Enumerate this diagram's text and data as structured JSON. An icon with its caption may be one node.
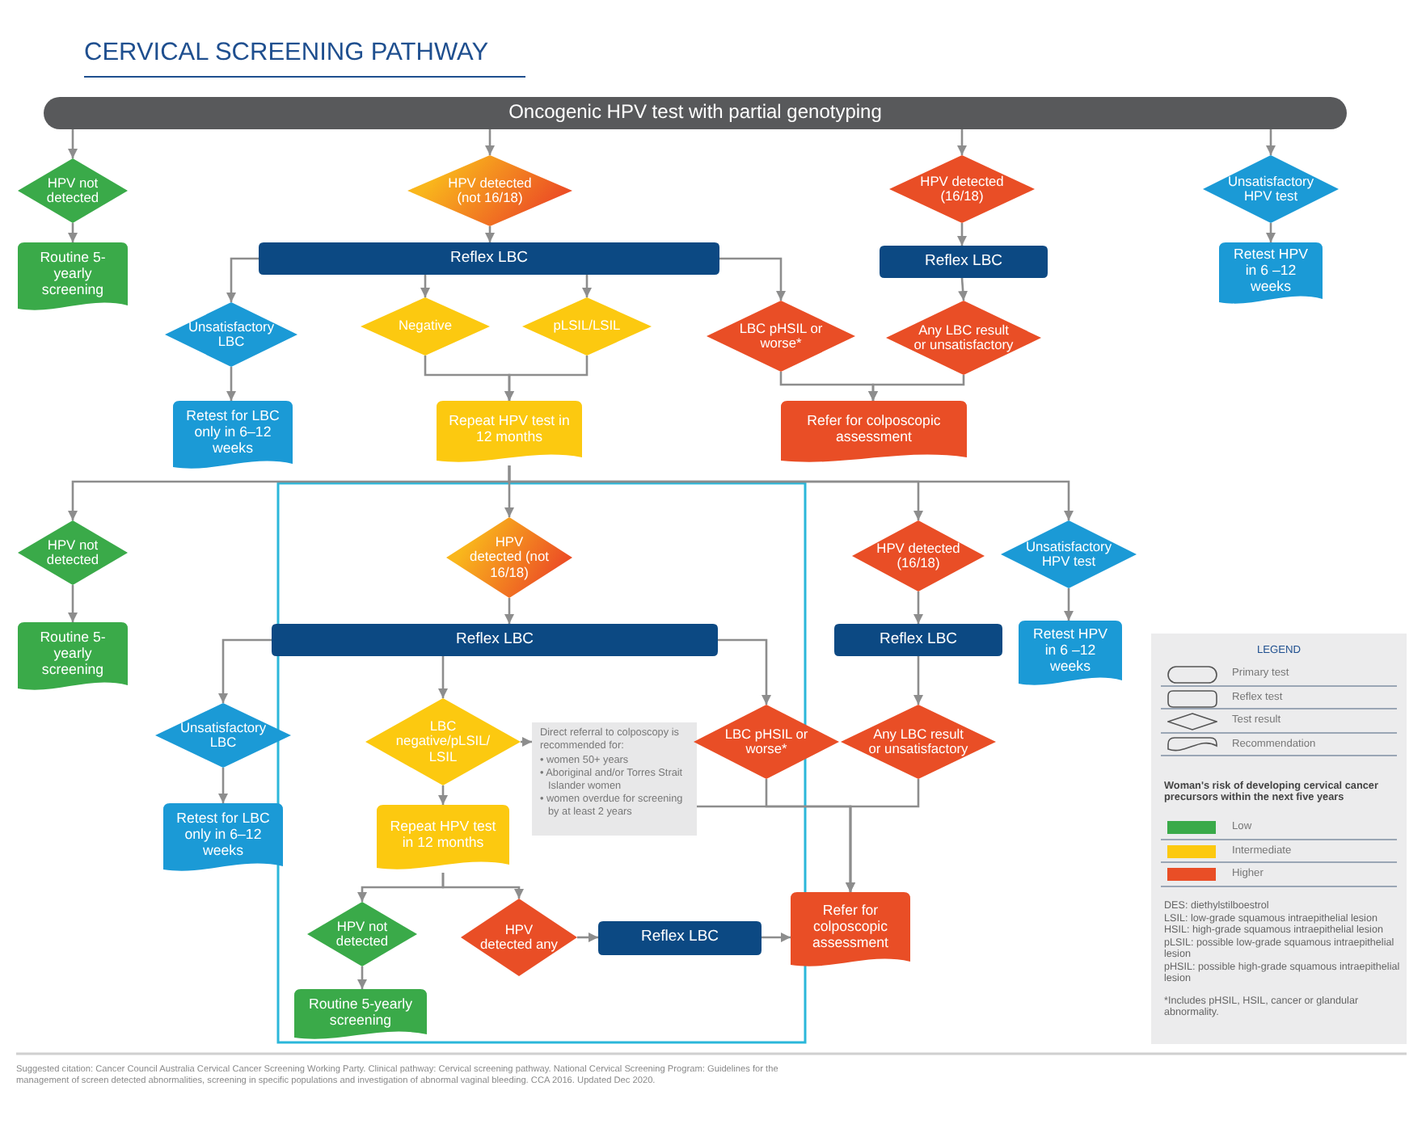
{
  "diagram": {
    "title": "CERVICAL SCREENING PATHWAY",
    "caption": "Suggested citation: Cancer Council Australia Cervical Cancer Screening Working Party. Clinical pathway: Cervical screening pathway. National Cervical Screening Program: Guidelines for the management of screen detected abnormalities, screening in specific populations and investigation of abnormal vaginal bleeding. CCA 2016. Updated Dec 2020.",
    "nodes": [
      {
        "text": [
          "Oncogenic HPV test with partial genotyping"
        ]
      },
      {
        "text": [
          "HPV not detected"
        ]
      },
      {
        "text": [
          "Routine 5-yearly screening"
        ]
      },
      {
        "text": [
          "HPV detected (not 16/18)"
        ]
      },
      {
        "text": [
          "Reflex LBC"
        ]
      },
      {
        "text": [
          "Unsatisfactory LBC"
        ]
      },
      {
        "text": [
          "Negative"
        ]
      },
      {
        "text": [
          "pLSIL/LSIL"
        ]
      },
      {
        "text": [
          "LBC pHSIL or worse*"
        ]
      },
      {
        "text": [
          "Retest for LBC only in 6–12 weeks"
        ]
      },
      {
        "text": [
          "Repeat HPV test in 12 months"
        ]
      },
      {
        "text": [
          "HPV detected (16/18)"
        ]
      },
      {
        "text": [
          "Reflex LBC"
        ]
      },
      {
        "text": [
          "Any LBC result or unsatisfactory"
        ]
      },
      {
        "text": [
          "Refer for colposcopic assessment"
        ]
      },
      {
        "text": [
          "Unsatisfactory HPV test"
        ]
      },
      {
        "text": [
          "Retest HPV in 6 –12 weeks"
        ]
      },
      {
        "text": [
          "HPV not detected"
        ]
      },
      {
        "text": [
          "Routine 5-yearly screening"
        ]
      },
      {
        "text": [
          "HPV detected (not 16/18)"
        ]
      },
      {
        "text": [
          "Reflex LBC"
        ]
      },
      {
        "text": [
          "Unsatisfactory LBC"
        ]
      },
      {
        "text": [
          "LBC negative/pLSIL/ LSIL"
        ]
      },
      {
        "text": [
          "Direct referral to colposcopy is recommended for:",
          "• women 50+ years",
          "• Aboriginal and/or Torres Strait Islander women",
          "• women overdue for screening by at least 2 years"
        ]
      },
      {
        "text": [
          "LBC pHSIL or worse*"
        ]
      },
      {
        "text": [
          "Retest for LBC only in 6–12 weeks"
        ]
      },
      {
        "text": [
          "Repeat HPV test in 12 months"
        ]
      },
      {
        "text": [
          "HPV not detected"
        ]
      },
      {
        "text": [
          "HPV detected any"
        ]
      },
      {
        "text": [
          "Reflex LBC"
        ]
      },
      {
        "text": [
          "Routine 5-yearly screening"
        ]
      },
      {
        "text": [
          "HPV detected (16/18)"
        ]
      },
      {
        "text": [
          "Unsatisfactory HPV test"
        ]
      },
      {
        "text": [
          "Reflex LBC"
        ]
      },
      {
        "text": [
          "Any LBC result or unsatisfactory"
        ]
      },
      {
        "text": [
          "Retest HPV in 6 –12 weeks"
        ]
      },
      {
        "text": [
          "Refer for colposcopic assessment"
        ]
      }
    ],
    "edges": [
      {
        "from": 0,
        "to": 1,
        "arrow": "to"
      },
      {
        "from": 0,
        "to": 3,
        "arrow": "to"
      },
      {
        "from": 0,
        "to": 11,
        "arrow": "to"
      },
      {
        "from": 0,
        "to": 15,
        "arrow": "to"
      },
      {
        "from": 1,
        "to": 2,
        "arrow": "to"
      },
      {
        "from": 3,
        "to": 4,
        "arrow": "to"
      },
      {
        "from": 4,
        "to": 5,
        "arrow": "to"
      },
      {
        "from": 4,
        "to": 6,
        "arrow": "to"
      },
      {
        "from": 4,
        "to": 7,
        "arrow": "to"
      },
      {
        "from": 4,
        "to": 8,
        "arrow": "to"
      },
      {
        "from": 5,
        "to": 9,
        "arrow": "to"
      },
      {
        "from": 6,
        "to": 10,
        "arrow": "to"
      },
      {
        "from": 7,
        "to": 10,
        "arrow": "to"
      },
      {
        "from": 8,
        "to": 14,
        "arrow": "to"
      },
      {
        "from": 13,
        "to": 14,
        "arrow": "to"
      },
      {
        "from": 11,
        "to": 12,
        "arrow": "to"
      },
      {
        "from": 12,
        "to": 13,
        "arrow": "to"
      },
      {
        "from": 15,
        "to": 16,
        "arrow": "to"
      },
      {
        "from": 10,
        "to": 17,
        "arrow": "to"
      },
      {
        "from": 10,
        "to": 19,
        "arrow": "to"
      },
      {
        "from": 10,
        "to": 31,
        "arrow": "to"
      },
      {
        "from": 10,
        "to": 32,
        "arrow": "to"
      },
      {
        "from": 17,
        "to": 18,
        "arrow": "to"
      },
      {
        "from": 19,
        "to": 20,
        "arrow": "to"
      },
      {
        "from": 20,
        "to": 21,
        "arrow": "to"
      },
      {
        "from": 20,
        "to": 22,
        "arrow": "to"
      },
      {
        "from": 20,
        "to": 24,
        "arrow": "to"
      },
      {
        "from": 21,
        "to": 25,
        "arrow": "to"
      },
      {
        "from": 22,
        "to": 23,
        "arrow": "to"
      },
      {
        "from": 22,
        "to": 26,
        "arrow": "to"
      },
      {
        "from": 26,
        "to": 27,
        "arrow": "to"
      },
      {
        "from": 26,
        "to": 28,
        "arrow": "to"
      },
      {
        "from": 27,
        "to": 30,
        "arrow": "to"
      },
      {
        "from": 28,
        "to": 29,
        "arrow": "to"
      },
      {
        "from": 29,
        "to": 36,
        "arrow": "to"
      },
      {
        "from": 23,
        "to": 36,
        "arrow": "to"
      },
      {
        "from": 24,
        "to": 36,
        "arrow": "to"
      },
      {
        "from": 34,
        "to": 36,
        "arrow": "to"
      },
      {
        "from": 31,
        "to": 33,
        "arrow": "to"
      },
      {
        "from": 33,
        "to": 34,
        "arrow": "to"
      },
      {
        "from": 32,
        "to": 35,
        "arrow": "to"
      }
    ],
    "labels": [
      "LEGEND",
      "Woman's risk of developing cervical cancer precursors within the next five years",
      "DES: diethylstilboestrol",
      "LSIL: low-grade squamous intraepithelial lesion",
      "HSIL: high-grade squamous intraepithelial lesion",
      "pLSIL: possible low-grade squamous intraepithelial lesion",
      "pHSIL: possible high-grade squamous intraepithelial lesion",
      "*Includes pHSIL, HSIL, cancer or glandular abnormality."
    ],
    "legend": [
      {
        "text": "Primary test"
      },
      {
        "text": "Reflex test"
      },
      {
        "text": "Test result"
      },
      {
        "text": "Recommendation"
      },
      {
        "text": "Low",
        "color": "#3aaa49"
      },
      {
        "text": "Intermediate",
        "color": "#fcc910"
      },
      {
        "text": "Higher",
        "color": "#e94e26"
      }
    ]
  }
}
